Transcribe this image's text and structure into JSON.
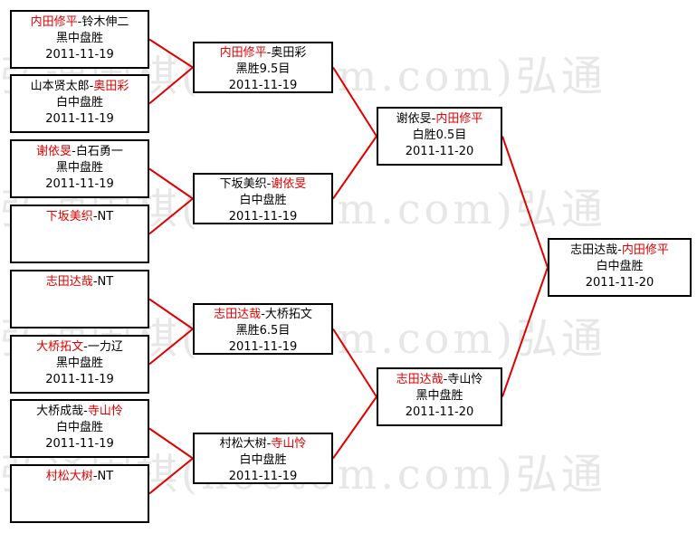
{
  "watermark": "弘通围棋(hoetom.com)弘通",
  "accent_color": "#e00000",
  "round1": [
    {
      "p1": "内田修平",
      "p2": "铃木伸二",
      "winner": 1,
      "result": "黑中盘胜",
      "date": "2011-11-19"
    },
    {
      "p1": "山本贤太郎",
      "p2": "奥田彩",
      "winner": 2,
      "result": "白中盘胜",
      "date": "2011-11-19"
    },
    {
      "p1": "谢依旻",
      "p2": "白石勇一",
      "winner": 1,
      "result": "黑中盘胜",
      "date": "2011-11-19"
    },
    {
      "p1": "下坂美织",
      "p2": "NT",
      "winner": 1,
      "result": "",
      "date": ""
    },
    {
      "p1": "志田达哉",
      "p2": "NT",
      "winner": 1,
      "result": "",
      "date": ""
    },
    {
      "p1": "大桥拓文",
      "p2": "一力辽",
      "winner": 1,
      "result": "黑中盘胜",
      "date": "2011-11-19"
    },
    {
      "p1": "大桥成哉",
      "p2": "寺山怜",
      "winner": 2,
      "result": "白中盘胜",
      "date": "2011-11-19"
    },
    {
      "p1": "村松大树",
      "p2": "NT",
      "winner": 1,
      "result": "",
      "date": ""
    }
  ],
  "round2": [
    {
      "p1": "内田修平",
      "p2": "奥田彩",
      "winner": 1,
      "result": "黑胜9.5目",
      "date": "2011-11-19"
    },
    {
      "p1": "下坂美织",
      "p2": "谢依旻",
      "winner": 2,
      "result": "白中盘胜",
      "date": "2011-11-19"
    },
    {
      "p1": "志田达哉",
      "p2": "大桥拓文",
      "winner": 1,
      "result": "黑胜6.5目",
      "date": "2011-11-19"
    },
    {
      "p1": "村松大树",
      "p2": "寺山怜",
      "winner": 2,
      "result": "白中盘胜",
      "date": "2011-11-19"
    }
  ],
  "round3": [
    {
      "p1": "谢依旻",
      "p2": "内田修平",
      "winner": 2,
      "result": "白胜0.5目",
      "date": "2011-11-20"
    },
    {
      "p1": "志田达哉",
      "p2": "寺山怜",
      "winner": 1,
      "result": "黑中盘胜",
      "date": "2011-11-20"
    }
  ],
  "final": [
    {
      "p1": "志田达哉",
      "p2": "内田修平",
      "winner": 2,
      "result": "白中盘胜",
      "date": "2011-11-20"
    }
  ]
}
